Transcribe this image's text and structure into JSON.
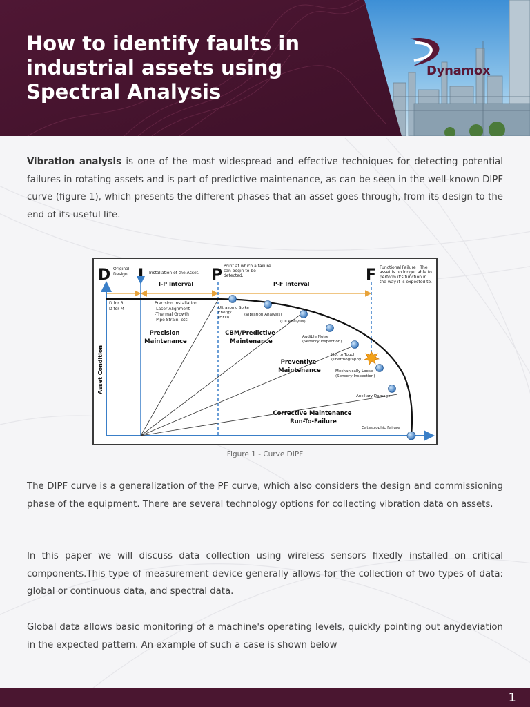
{
  "header": {
    "title": "How to identify faults in industrial assets using Spectral Analysis",
    "logo_text": "Dynamox"
  },
  "intro": {
    "bold_lead": "Vibration analysis",
    "text": " is one of the most widespread and effective techniques for detecting potential failures in rotating assets and is part of predictive maintenance, as can be seen in the well-known DIPF curve (figure 1), which presents the different phases that an asset goes through, from its design to the end of its useful life."
  },
  "figure": {
    "caption": "Figure 1 - Curve DIPF",
    "letters": {
      "d": "D",
      "i": "I",
      "p": "P",
      "f": "F"
    },
    "d_note": [
      "Original",
      "Design"
    ],
    "i_note": "Installation of the Asset.",
    "p_note": [
      "Point at which a failure",
      "can begin to be",
      "detected."
    ],
    "f_note": [
      "Functional Failure : The",
      "asset is no longer able to",
      "perform it's function in",
      "the way it is expected to."
    ],
    "ip_interval": "I-P Interval",
    "pf_interval": "P-F Interval",
    "y_axis": "Asset Condition",
    "d_for": [
      "D for R",
      "D for M"
    ],
    "precision_list": [
      "Precision Installation",
      "-Laser Alignment",
      "-Thermal Growth",
      "-Pipe Strain, etc."
    ],
    "regions": {
      "precision": [
        "Precision",
        "Maintenance"
      ],
      "cbm": [
        "CBM/Predictive",
        "Maintenance"
      ],
      "preventive": [
        "Preventive",
        "Maintenance"
      ],
      "corrective": [
        "Corrective Maintenance",
        "Run-To-Failure"
      ]
    },
    "curve_labels": {
      "ultrasonic": [
        "Ultrasonic Spike",
        "Energy",
        "(HFD)"
      ],
      "vibration": "(Vibration Analysis)",
      "oil": "(Oil Analysis)",
      "audible": [
        "Audible Noise",
        "(Sensory Inspection)"
      ],
      "hot": [
        "Hot to Touch",
        "(Thermography)"
      ],
      "loose": [
        "Mechanically Loose",
        "(Sensory Inspection)"
      ],
      "ancillary": "Ancillary Damage",
      "catastrophic": "Catastrophic Failure"
    }
  },
  "paragraphs": [
    "The DIPF curve is a generalization of the PF curve, which also considers the design and commissioning phase of the equipment. There are several technology options for collecting vibration data on assets.",
    "In this paper we will discuss data collection using wireless sensors fixedly installed on critical components.This type of measurement device generally allows for the collection of two types of data: global or continuous data, and spectral data.",
    "Global data allows basic monitoring of a machine's operating levels, quickly pointing out anydeviation in the expected pattern. An example of such a case is shown below"
  ],
  "footer": {
    "page_number": "1"
  },
  "colors": {
    "brand": "#4a1630",
    "accent_blue": "#3a7fc8",
    "orange": "#e8a33a"
  }
}
